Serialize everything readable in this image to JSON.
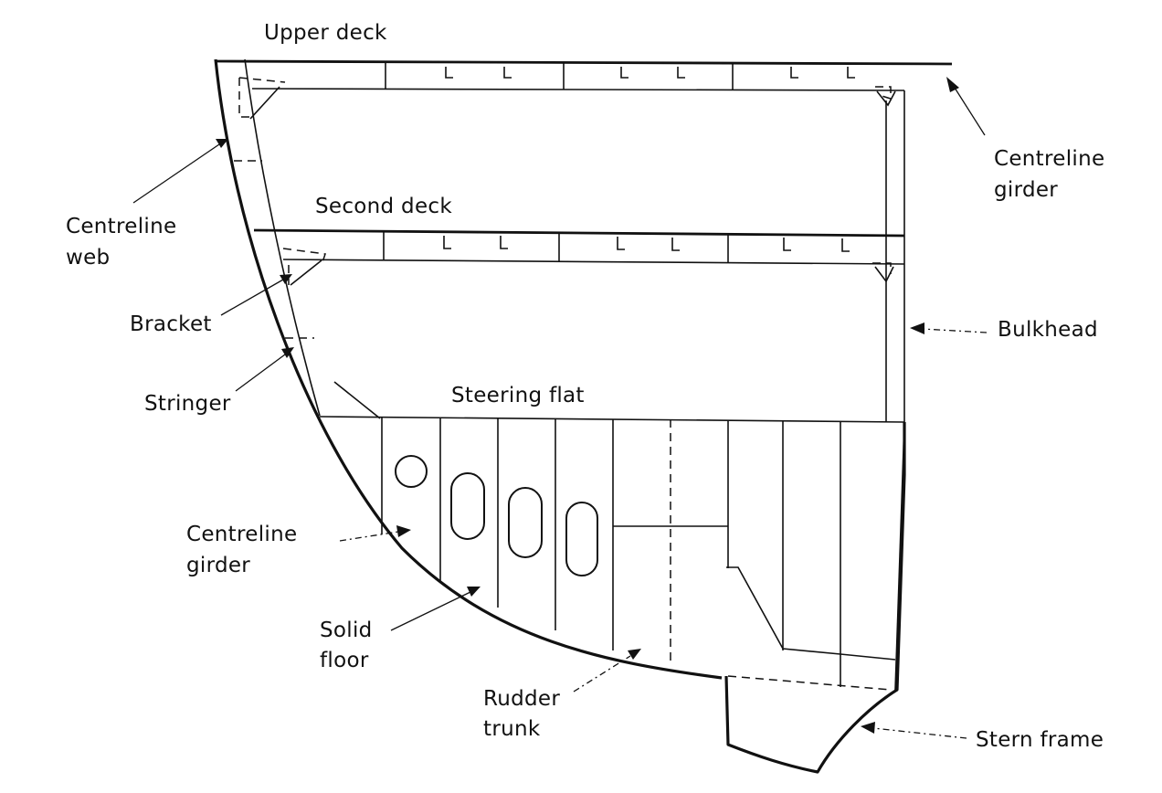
{
  "labels": {
    "upper_deck": "Upper deck",
    "centreline_girder_top": [
      "Centreline",
      "girder"
    ],
    "centreline_web": [
      "Centreline",
      "web"
    ],
    "second_deck": "Second deck",
    "bracket": "Bracket",
    "bulkhead": "Bulkhead",
    "stringer": "Stringer",
    "steering_flat": "Steering flat",
    "centreline_girder_bottom": [
      "Centreline",
      "girder"
    ],
    "solid_floor": [
      "Solid",
      "floor"
    ],
    "rudder_trunk": [
      "Rudder",
      "trunk"
    ],
    "stern_frame": "Stern frame"
  },
  "colors": {
    "ink": "#111111",
    "paper": "#ffffff"
  }
}
